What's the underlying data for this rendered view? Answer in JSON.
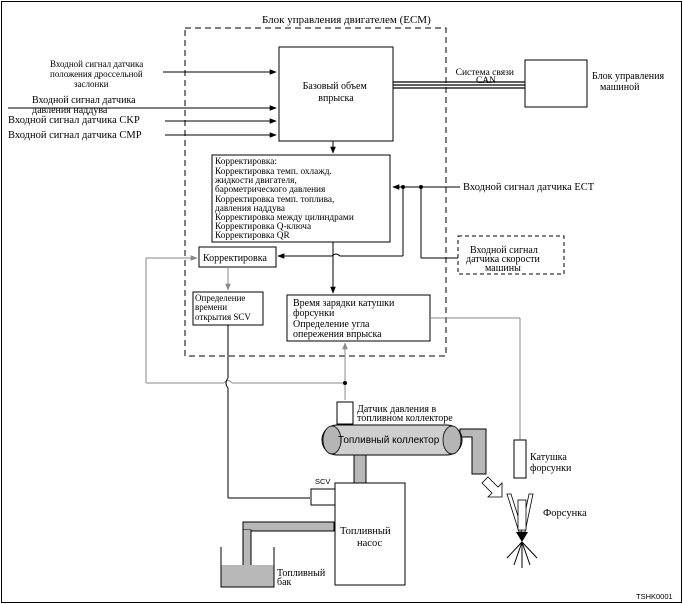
{
  "ecm": {
    "title": "Блок управления двигателем (ECM)"
  },
  "inputs": {
    "throttle": [
      "Входной сигнал датчика",
      "положения дроссельной",
      "заслонки"
    ],
    "boost": [
      "Входной сигнал датчика",
      "давления наддува"
    ],
    "ckp": "Входной сигнал датчика CKP",
    "cmp": "Входной сигнал датчика CMP",
    "ect": "Входной сигнал датчика ECT",
    "speed": [
      "Входной сигнал",
      "датчика скорости",
      "машины"
    ]
  },
  "base_injection": [
    "Базовый объем",
    "впрыска"
  ],
  "can": [
    "Система связи",
    "CAN"
  ],
  "vehicle_unit": [
    "Блок управления",
    "машиной"
  ],
  "correction_list": [
    "Корректировка:",
    "Корректировка темп. охлажд.",
    "жидкости двигателя,",
    "барометрического давления",
    "Корректировка темп. топлива,",
    "давления наддува",
    "Корректировка между цилиндрами",
    "Корректировка Q-ключа",
    "Корректировка QR"
  ],
  "correction_box": "Корректировка",
  "scv_time": [
    "Определение",
    "времени",
    "открытия SCV"
  ],
  "injector_charge": [
    "Время зарядки катушки",
    "форсунки",
    "Определение угла",
    "опережения впрыска"
  ],
  "rail_pressure": [
    "Датчик давления в",
    "топливном коллекторе"
  ],
  "rail": "Топливный коллектор",
  "coil": [
    "Катушка",
    "форсунки"
  ],
  "injector": "Форсунка",
  "scv": "SCV",
  "pump": [
    "Топливный",
    "насос"
  ],
  "tank": [
    "Топливный",
    "бак"
  ],
  "figure_id": "TSHK0001"
}
